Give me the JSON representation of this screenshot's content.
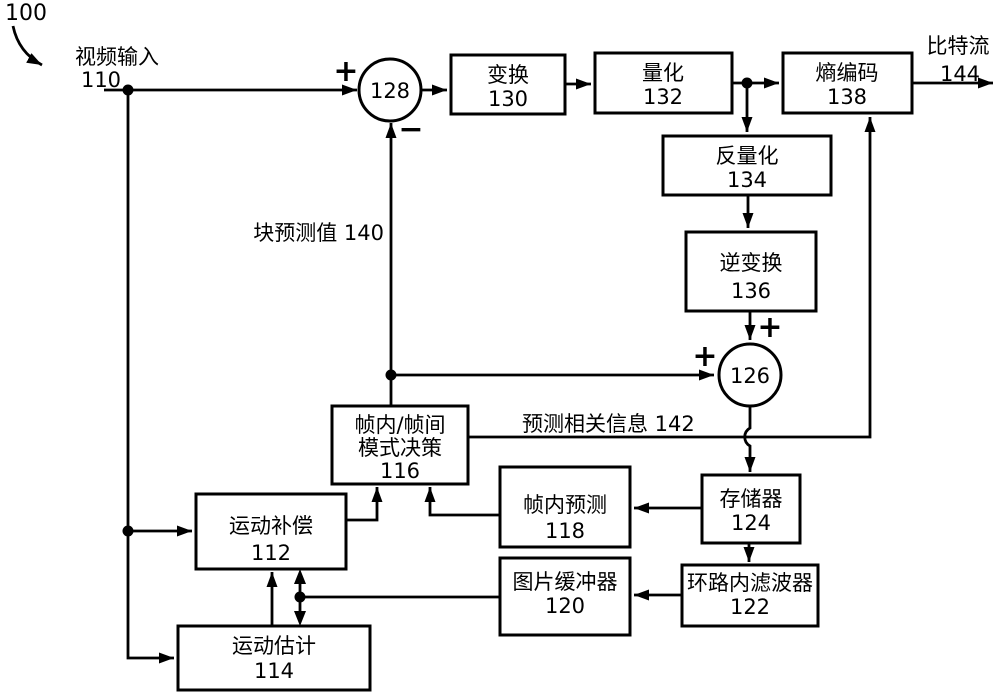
{
  "figure_ref": "100",
  "labels": {
    "video_input_title": "视频输入",
    "video_input_num": "110",
    "bitstream_title": "比特流",
    "bitstream_num": "144",
    "block_prediction": "块预测值 140",
    "prediction_info": "预测相关信息 142"
  },
  "adders": {
    "subtractor": {
      "id": "128",
      "plus": "+",
      "minus": "−"
    },
    "adder": {
      "id": "126",
      "plus_top": "+",
      "plus_left": "+"
    }
  },
  "blocks": {
    "transform": {
      "title": "变换",
      "num": "130"
    },
    "quantization": {
      "title": "量化",
      "num": "132"
    },
    "entropy_coding": {
      "title": "熵编码",
      "num": "138"
    },
    "inverse_quantization": {
      "title": "反量化",
      "num": "134"
    },
    "inverse_transform": {
      "title": "逆变换",
      "num": "136"
    },
    "mode_decision": {
      "title_line1": "帧内/帧间",
      "title_line2": "模式决策",
      "num": "116"
    },
    "intra_prediction": {
      "title": "帧内预测",
      "num": "118"
    },
    "memory": {
      "title": "存储器",
      "num": "124"
    },
    "in_loop_filter": {
      "title": "环路内滤波器",
      "num": "122"
    },
    "picture_buffer": {
      "title": "图片缓冲器",
      "num": "120"
    },
    "motion_compensation": {
      "title": "运动补偿",
      "num": "112"
    },
    "motion_estimation": {
      "title": "运动估计",
      "num": "114"
    }
  },
  "colors": {
    "line": "#000000",
    "background": "#ffffff",
    "box_fill": "#ffffff"
  }
}
